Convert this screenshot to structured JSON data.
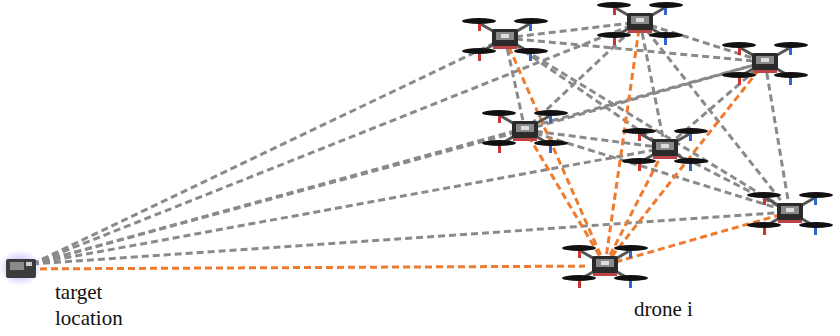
{
  "diagram": {
    "nodes": [
      {
        "text": [
          "target location"
        ]
      },
      {
        "text": [
          "drone i"
        ]
      }
    ],
    "edges": [
      {
        "from": 0,
        "to": 1,
        "arrow": "none"
      }
    ]
  }
}
